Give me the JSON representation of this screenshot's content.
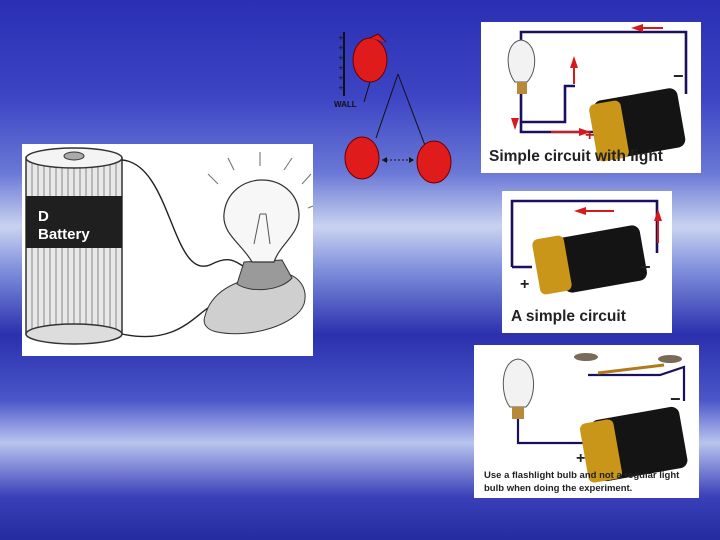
{
  "battery_illustration": {
    "label_line1": "D",
    "label_line2": "Battery"
  },
  "balloon_experiment": {
    "wall_label": "WALL"
  },
  "circuit_panels": [
    {
      "caption": "Simple circuit with light",
      "minus": "−",
      "plus": "+"
    },
    {
      "caption": "A simple circuit",
      "minus": "−",
      "plus": "+"
    },
    {
      "caption": "Use a flashlight bulb and not a regular light bulb when doing the experiment.",
      "minus": "−",
      "plus": "+"
    }
  ],
  "colors": {
    "wire": "#1a1060",
    "arrow": "#d8191c",
    "battery_gold": "#c9961a",
    "battery_black": "#141414",
    "balloon": "#e01b1b"
  }
}
